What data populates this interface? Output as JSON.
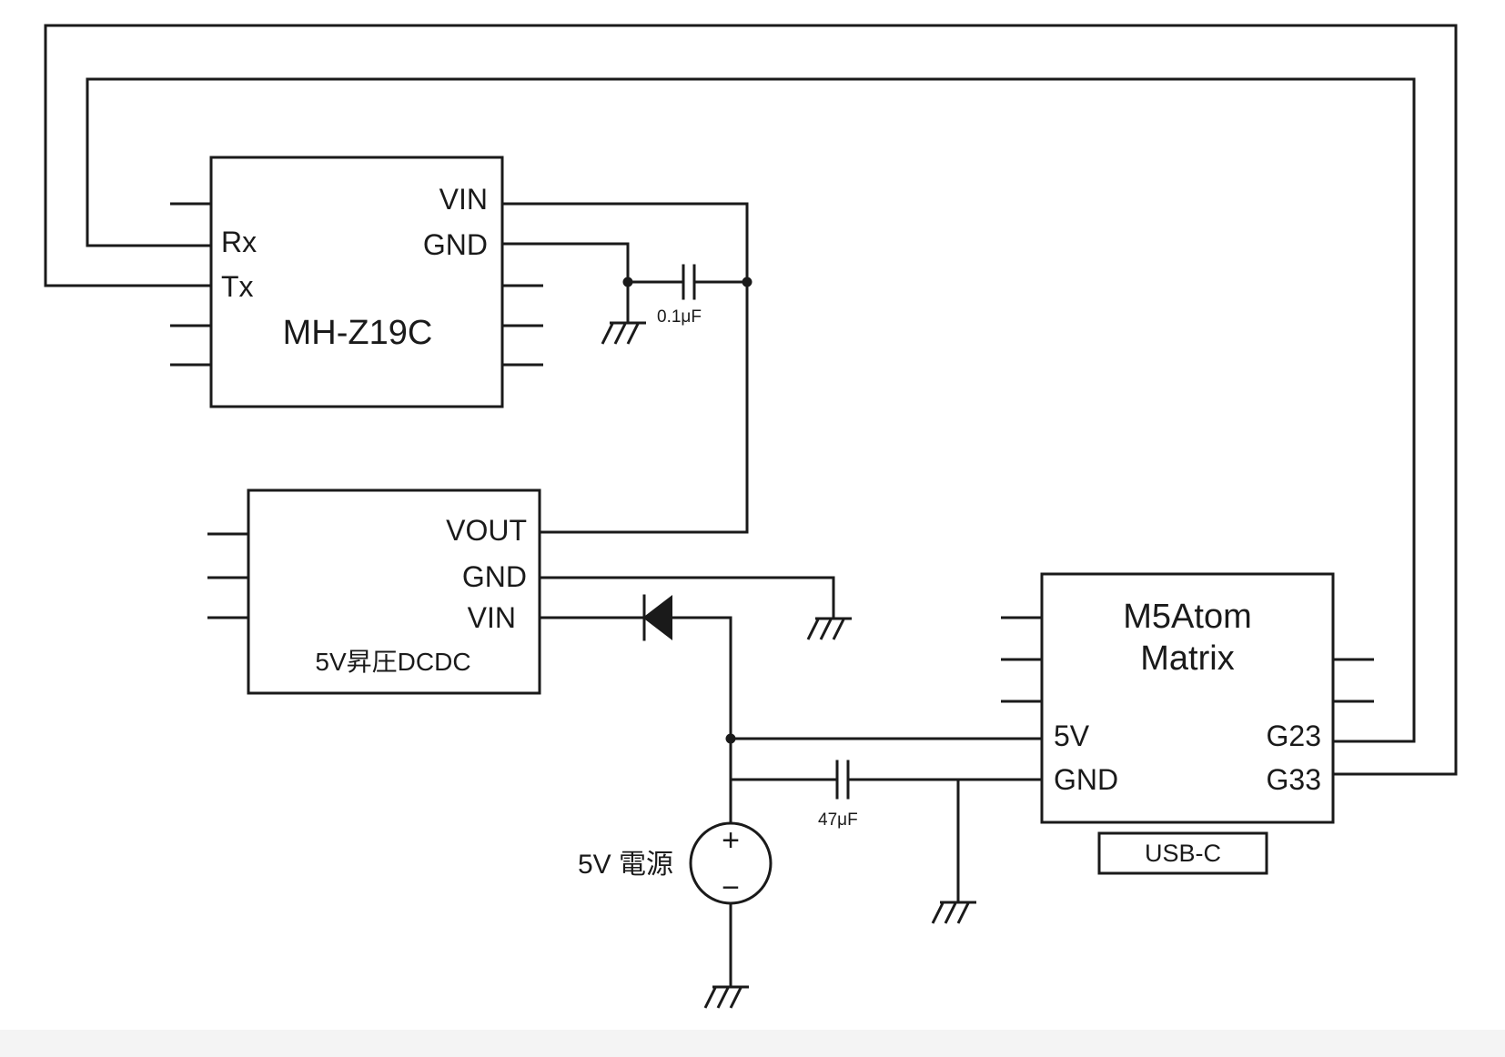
{
  "mhz19c": {
    "name": "MH-Z19C",
    "pins": {
      "vin": "VIN",
      "gnd": "GND",
      "rx": "Rx",
      "tx": "Tx"
    }
  },
  "cap1": {
    "value": "0.1μF"
  },
  "dcdc": {
    "name": "5V昇圧DCDC",
    "pins": {
      "vout": "VOUT",
      "gnd": "GND",
      "vin": "VIN"
    }
  },
  "m5": {
    "name_line1": "M5Atom",
    "name_line2": "Matrix",
    "pins": {
      "v5": "5V",
      "gnd": "GND",
      "g23": "G23",
      "g33": "G33"
    },
    "connector": "USB-C"
  },
  "cap2": {
    "value": "47μF"
  },
  "power_source": {
    "label": "5V 電源",
    "plus": "+",
    "minus": "−"
  }
}
